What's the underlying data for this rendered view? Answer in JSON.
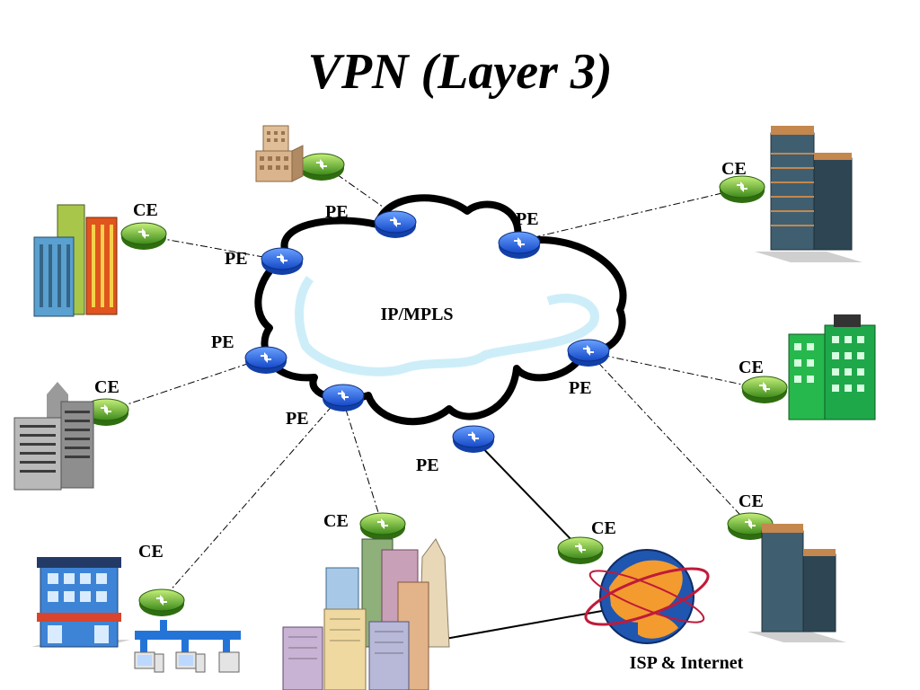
{
  "title": "VPN (Layer 3)",
  "cloud_label": "IP/MPLS",
  "isp_label": "ISP & Internet",
  "pe_label": "PE",
  "ce_label": "CE",
  "colors": {
    "cloud_outline": "#000000",
    "cloud_inner": "#c8ecf8",
    "router_blue": "#2a66e0",
    "router_green": "#7fcf3a",
    "link": "#000000"
  },
  "icons": [
    "pe-router-icon",
    "ce-router-icon",
    "building-icon",
    "globe-icon",
    "lan-icon",
    "city-icon"
  ]
}
